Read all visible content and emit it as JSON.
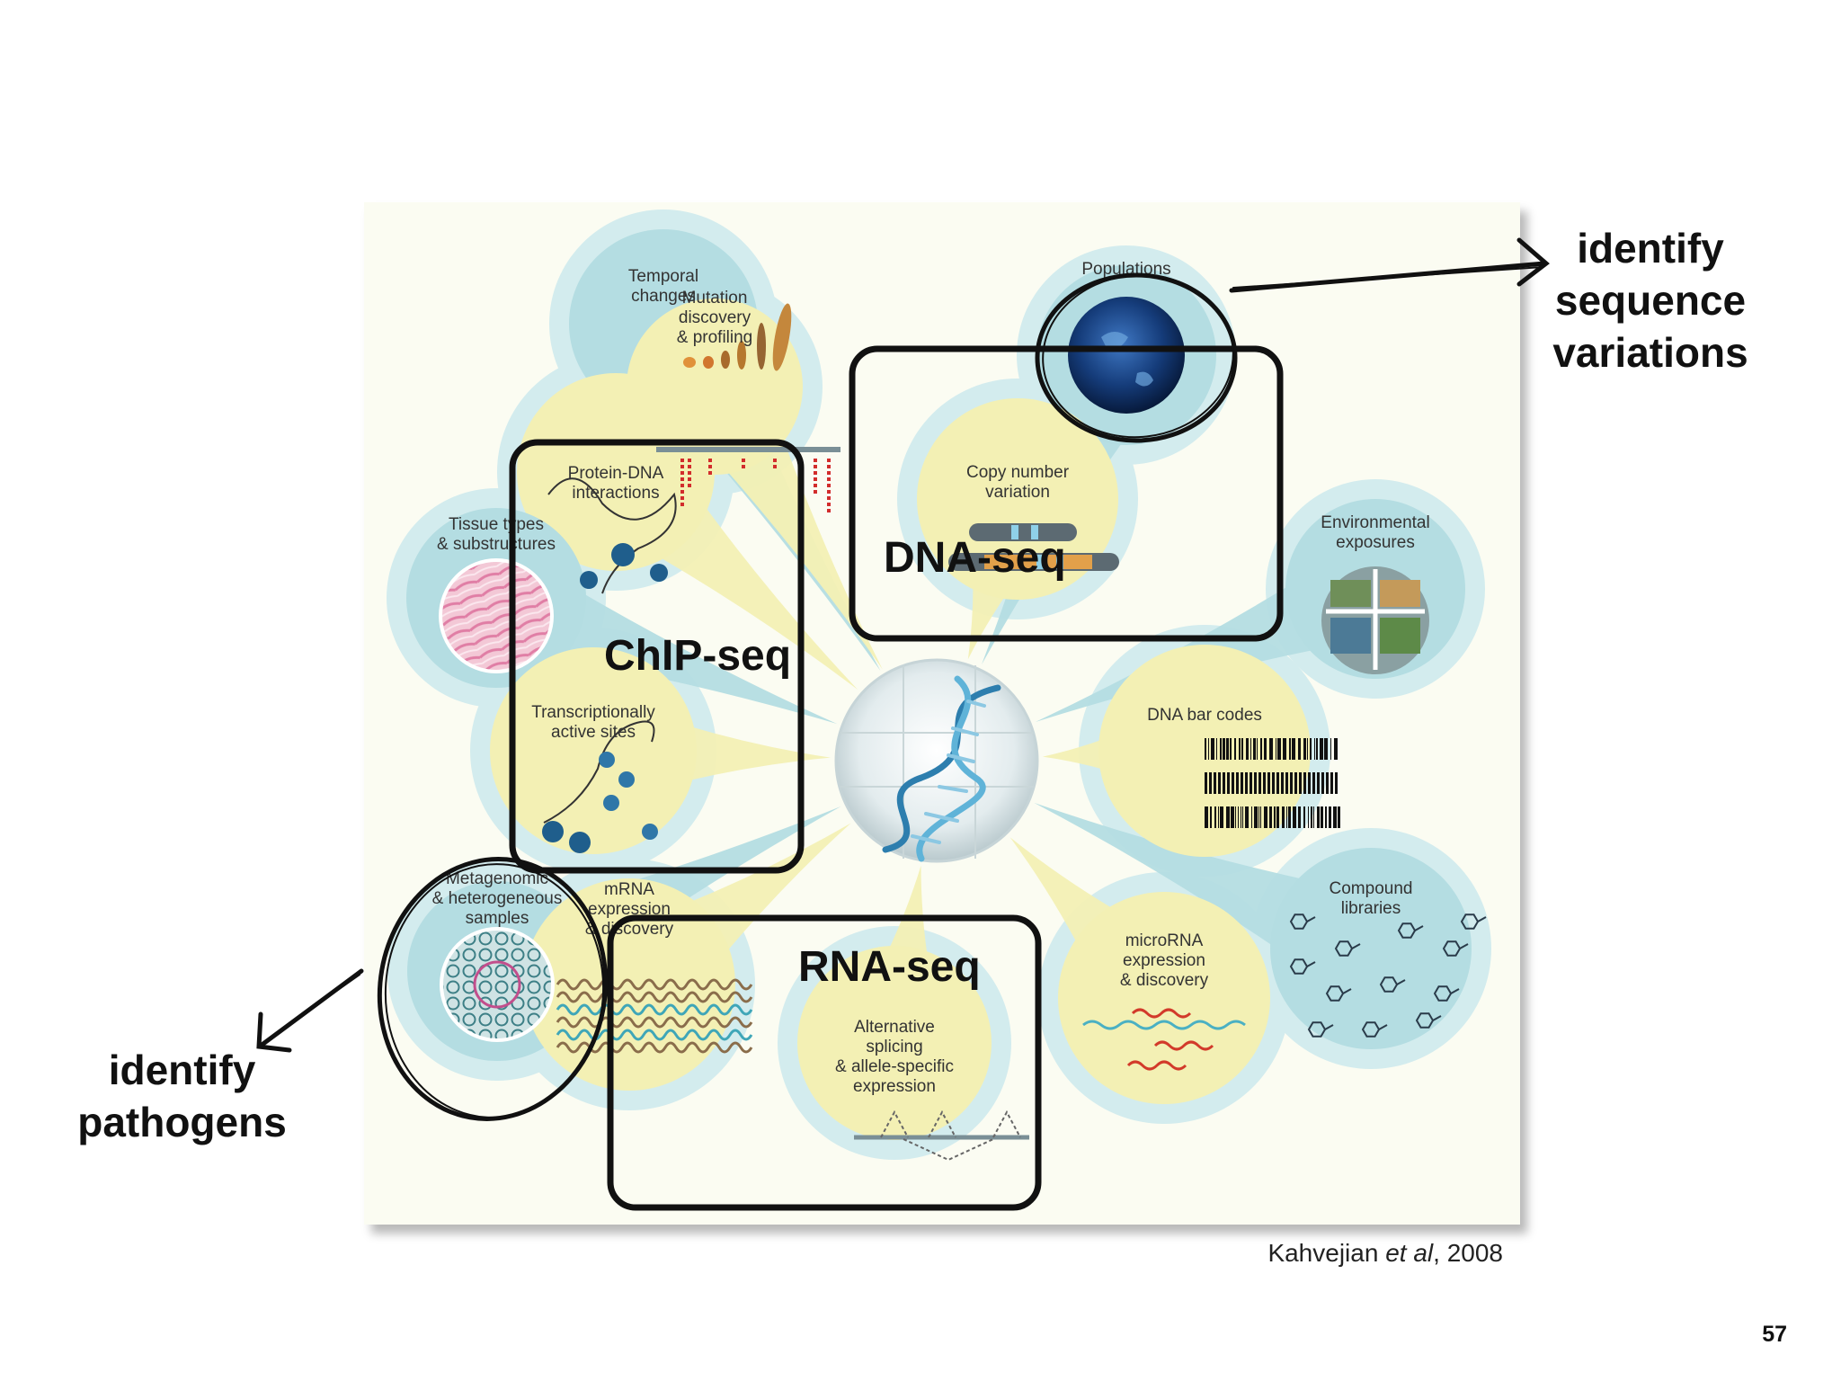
{
  "figure": {
    "center_icon": "dna-double-helix-icon",
    "colors": {
      "bubble_yellow": "#f3f0b4",
      "bubble_teal": "#b4dde2",
      "halo": "#d3ecee",
      "box": "#111111",
      "sphere": "#dfe8ea"
    },
    "bubbles": {
      "temporal": [
        "Temporal",
        "changes"
      ],
      "populations": [
        "Populations"
      ],
      "mutation": [
        "Mutation",
        "discovery",
        "& profiling"
      ],
      "copy_number": [
        "Copy number",
        "variation"
      ],
      "protein_dna": [
        "Protein-DNA",
        "interactions"
      ],
      "tissue": [
        "Tissue types",
        "& substructures"
      ],
      "environmental": [
        "Environmental",
        "exposures"
      ],
      "transcriptional": [
        "Transcriptionally",
        "active sites"
      ],
      "barcodes": [
        "DNA bar codes"
      ],
      "metagenomic": [
        "Metagenomic",
        "& heterogeneous",
        "samples"
      ],
      "mrna": [
        "mRNA",
        "expression",
        "& discovery"
      ],
      "compound": [
        "Compound",
        "libraries"
      ],
      "microrna": [
        "microRNA",
        "expression",
        "& discovery"
      ],
      "alternative": [
        "Alternative",
        "splicing",
        "& allele-specific",
        "expression"
      ]
    }
  },
  "labels": {
    "dna_seq": "DNA-seq",
    "chip_seq": "ChIP-seq",
    "rna_seq": "RNA-seq"
  },
  "annotations": {
    "right": [
      "identify",
      "sequence",
      "variations"
    ],
    "left": [
      "identify",
      "pathogens"
    ]
  },
  "citation": {
    "author": "Kahvejian",
    "etal": "et al",
    "year": ", 2008"
  },
  "slide_number": "57"
}
